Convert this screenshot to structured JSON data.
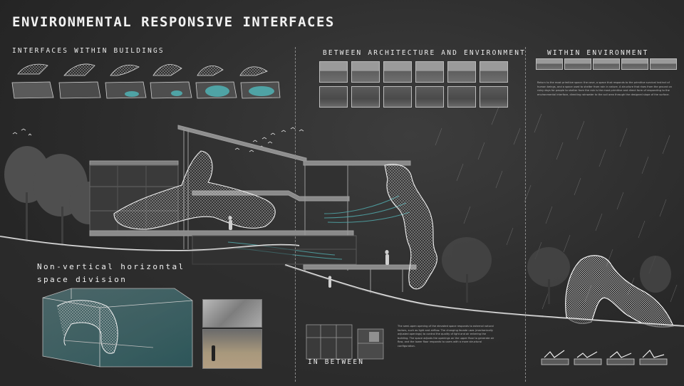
{
  "header": {
    "title": "ENVIRONMENTAL RESPONSIVE INTERFACES"
  },
  "sections": {
    "interfaces_within_buildings": "INTERFACES WITHIN BUILDINGS",
    "between_architecture_environment": "BETWEEN ARCHITECTURE AND ENVIRONMENT",
    "within_environment": "WITHIN ENVIRONMENT",
    "non_vertical_line1": "Non-vertical horizontal",
    "non_vertical_line2": "space division",
    "in_between": "IN BETWEEN"
  },
  "paragraphs": {
    "within_environment_text": "Return to the most primitive space: the cave, a space that responds to the primitive survival instinct of human beings, and a space used to shelter from rain in nature. A structure that rises from the ground on rainy days for people to shelter from the rain is the most primitive and direct form of responding to the environmental interface, directing rainwater to the soil area through the designed slope of the surface.",
    "in_between_text": "The semi-open opening of the elevated space responds to external natural factors, such as light and airflow. The changing facade uses (mechanically adjusted openings) to control the quality of light and air entering the building. The space adjusts the openings on the upper floor to generate air flow, and the lower floor responds to users with a more structural configuration."
  },
  "colors": {
    "background": "#2b2b2b",
    "accent_teal": "#4fa3a5",
    "mesh_white": "#e8e8e8",
    "line_grey": "#9a9a9a"
  },
  "icons": {
    "bird": "bird-silhouette-icon",
    "person": "person-silhouette-icon",
    "tree": "tree-silhouette-icon"
  }
}
